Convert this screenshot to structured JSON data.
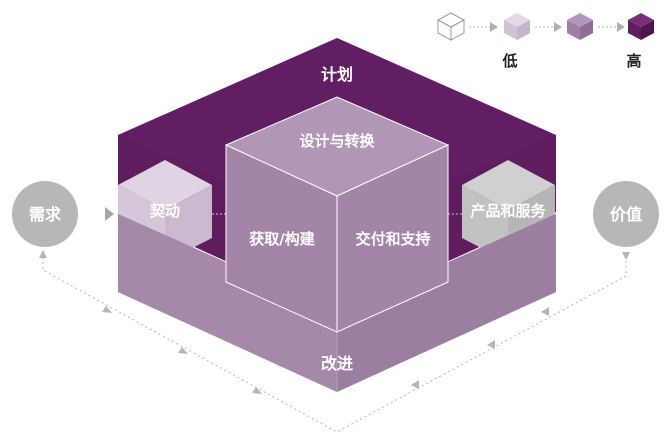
{
  "legend": {
    "low_label": "低",
    "high_label": "高"
  },
  "inputs": {
    "left_label": "需求",
    "right_label": "价值"
  },
  "blocks": {
    "plan": "计划",
    "engage": "契动",
    "design": "设计与转换",
    "obtain": "获取/构建",
    "deliver": "交付和支持",
    "products": "产品和服务",
    "improve": "改进"
  },
  "colors": {
    "dark_purple": "#5f1c5f",
    "mid_purple": "#a07fa5",
    "light_purple": "#d5c6da",
    "grey": "#c2c2c2",
    "circle_grey": "#b7b7b7"
  }
}
